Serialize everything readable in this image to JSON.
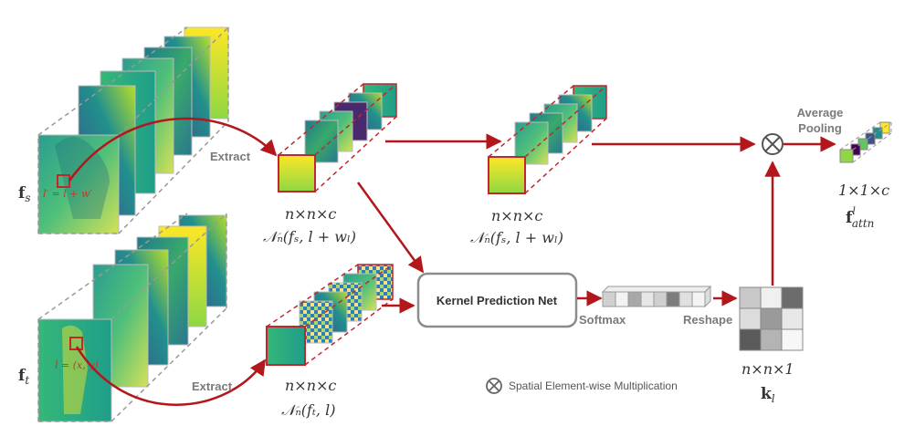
{
  "diagram": {
    "colors": {
      "arrow": "#b3161b",
      "dash": "#999999",
      "patch_border": "#c1272d",
      "label": "#7a7a7a",
      "math": "#333333"
    },
    "source": {
      "symbol_base": "f",
      "symbol_sub": "s",
      "coord_text": "l′ = l + w′"
    },
    "target": {
      "symbol_base": "f",
      "symbol_sub": "t",
      "coord_text": "l = (x, y)"
    },
    "extract_top": "Extract",
    "extract_bottom": "Extract",
    "patch_source": {
      "dims": "n×n×c",
      "formula": "𝒩ₙ(fₛ, l + wₗ)"
    },
    "patch_source_copy": {
      "dims": "n×n×c",
      "formula": "𝒩ₙ(fₛ, l + wₗ)"
    },
    "patch_target": {
      "dims": "n×n×c",
      "formula": "𝒩ₙ(fₜ, l)"
    },
    "kernel_net": "Kernel Prediction Net",
    "softmax": "Softmax",
    "reshape": "Reshape",
    "kernel": {
      "dims": "n×n×1",
      "symbol_base": "k",
      "symbol_sub": "l"
    },
    "pooling": {
      "line1": "Average",
      "line2": "Pooling"
    },
    "output": {
      "dims": "1×1×c",
      "symbol_base": "f",
      "symbol_sup": "l",
      "symbol_sub": "attn"
    },
    "multiply_symbol": "⊗",
    "legend": "Spatial Element-wise Multiplication"
  }
}
